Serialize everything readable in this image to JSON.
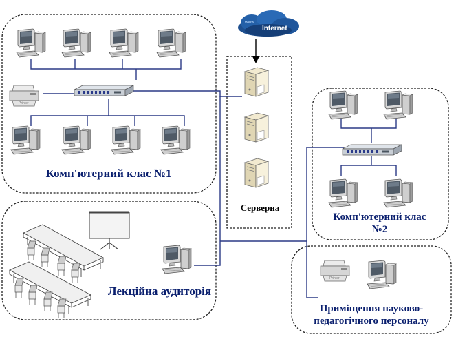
{
  "rooms": {
    "class1": "Комп'ютерний клас №1",
    "class2_line1": "Комп'ютерний клас",
    "class2_line2": "№2",
    "lecture": "Лекційна аудиторія",
    "server_room": "Серверна",
    "staff_line1": "Приміщення науково-",
    "staff_line2": "педагогічного персоналу"
  },
  "internet": {
    "label": "Internet",
    "small": "www"
  },
  "printer": {
    "label": "Printer"
  },
  "icons": [
    "computer-icon",
    "printer-icon",
    "switch-icon",
    "server-icon",
    "internet-cloud-icon",
    "projection-screen-icon",
    "desk-icon",
    "chair-icon"
  ]
}
